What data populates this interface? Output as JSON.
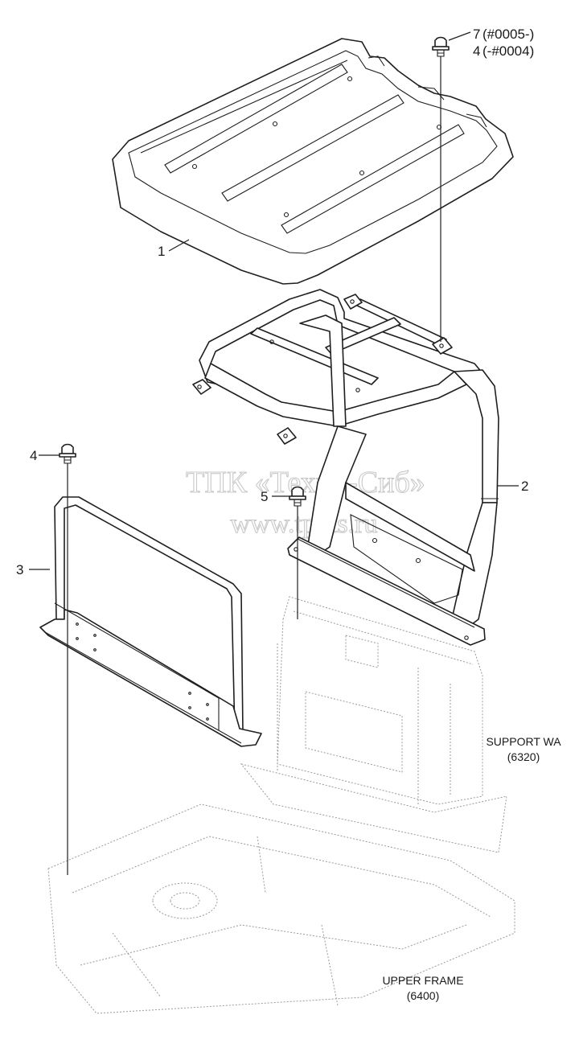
{
  "callouts": {
    "c1": "1",
    "c2": "2",
    "c3": "3",
    "c4": "4",
    "c5": "5",
    "c7a": "7",
    "c7a_range": "(#0005-)",
    "c4b": "4",
    "c4b_range": "(-#0004)"
  },
  "references": {
    "support_name": "SUPPORT WA",
    "support_code": "(6320)",
    "frame_name": "UPPER FRAME",
    "frame_code": "(6400)"
  },
  "watermark": {
    "line1": "ТПК «Техно-Сиб»",
    "line2": "www.tpkts.ru"
  }
}
